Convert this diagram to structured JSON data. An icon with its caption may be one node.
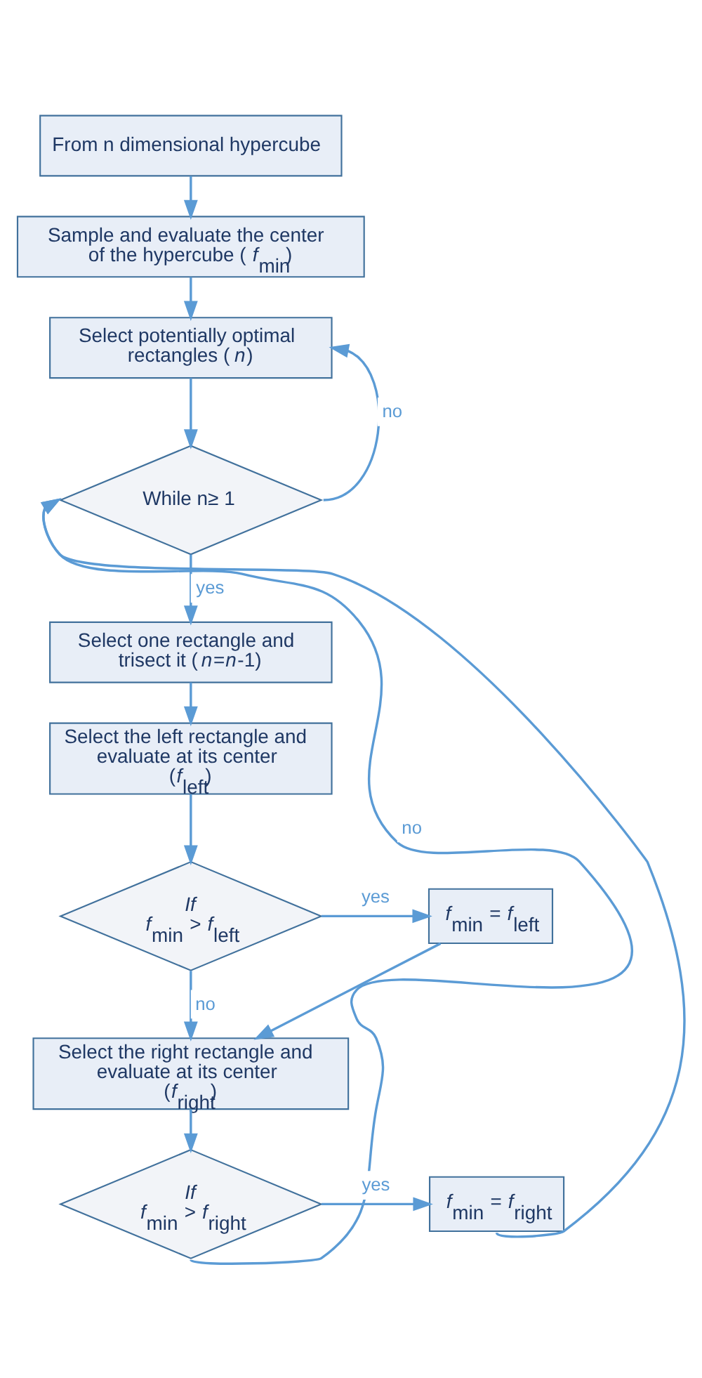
{
  "diagram": {
    "nodes": [
      {
        "text": [
          "From n dimensional hypercube"
        ]
      },
      {
        "text": [
          "Sample and evaluate the center of the hypercube (*f*$_{min}$)"
        ]
      },
      {
        "text": [
          "Select potentially optimal rectangles (*n*)"
        ]
      },
      {
        "text": [
          "While n≥ 1"
        ]
      },
      {
        "text": [
          "Select one rectangle and trisect it (*n*=*n*-1)"
        ]
      },
      {
        "text": [
          "Select the left rectangle and evaluate at its center (*f*$_{left}$)"
        ]
      },
      {
        "text": [
          "*If*",
          "*f*$_{min}$ > *f*$_{left}$"
        ]
      },
      {
        "text": [
          "*f*$_{min}$ = *f*$_{left}$"
        ]
      },
      {
        "text": [
          "Select the right rectangle and evaluate at its center (*f*$_{right}$)"
        ]
      },
      {
        "text": [
          "*If*",
          "*f*$_{min}$ > *f*$_{right}$"
        ]
      },
      {
        "text": [
          "*f*$_{min}$ = *f*$_{right}$"
        ]
      }
    ],
    "edges": [
      {
        "from": 0,
        "to": 1,
        "arrow": "to"
      },
      {
        "from": 1,
        "to": 2,
        "arrow": "to"
      },
      {
        "from": 2,
        "to": 3,
        "arrow": "to"
      },
      {
        "from": 3,
        "to": 2,
        "arrow": "to",
        "label": "no"
      },
      {
        "from": 3,
        "to": 4,
        "arrow": "to",
        "label": "yes"
      },
      {
        "from": 4,
        "to": 5,
        "arrow": "to"
      },
      {
        "from": 5,
        "to": 6,
        "arrow": "to"
      },
      {
        "from": 6,
        "to": 7,
        "arrow": "to",
        "label": "yes"
      },
      {
        "from": 6,
        "to": 8,
        "arrow": "to",
        "label": "no"
      },
      {
        "from": 7,
        "to": 8,
        "arrow": "to"
      },
      {
        "from": 8,
        "to": 9,
        "arrow": "to"
      },
      {
        "from": 9,
        "to": 10,
        "arrow": "to",
        "label": "yes"
      },
      {
        "from": 9,
        "to": 3,
        "arrow": "to",
        "label": "no"
      },
      {
        "from": 10,
        "to": 3,
        "arrow": "to"
      }
    ]
  }
}
